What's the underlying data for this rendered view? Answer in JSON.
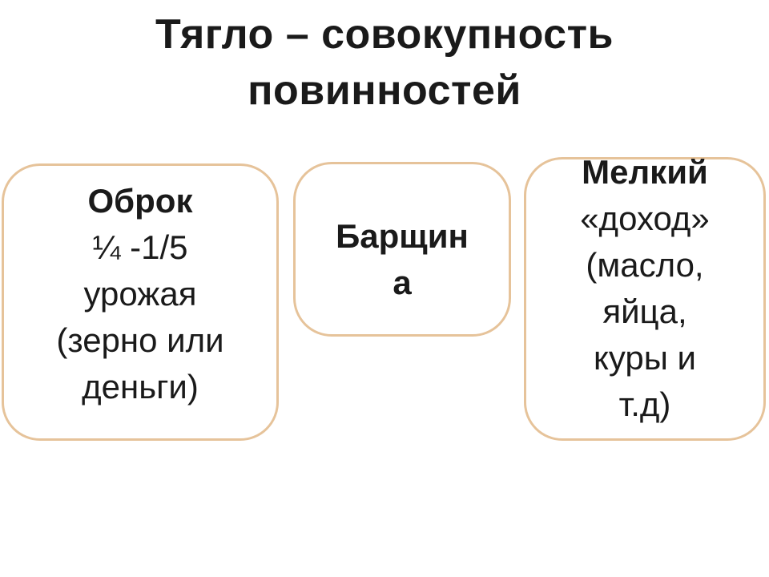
{
  "title": {
    "line1": "Тягло – совокупность",
    "line2": "повинностей"
  },
  "boxes": {
    "obrok": {
      "heading": "Оброк",
      "lines": [
        "¼ -1/5",
        "урожая",
        "(зерно или",
        "деньги)"
      ]
    },
    "barshchina": {
      "heading_line1": "Барщин",
      "heading_line2": "а"
    },
    "melkiy": {
      "heading": "Мелкий",
      "lines": [
        "«доход»",
        "(масло,",
        "яйца,",
        "куры и",
        "т.д)"
      ]
    }
  },
  "colors": {
    "box_border": "#e6c39a",
    "text": "#1a1a1a",
    "background": "#ffffff"
  }
}
